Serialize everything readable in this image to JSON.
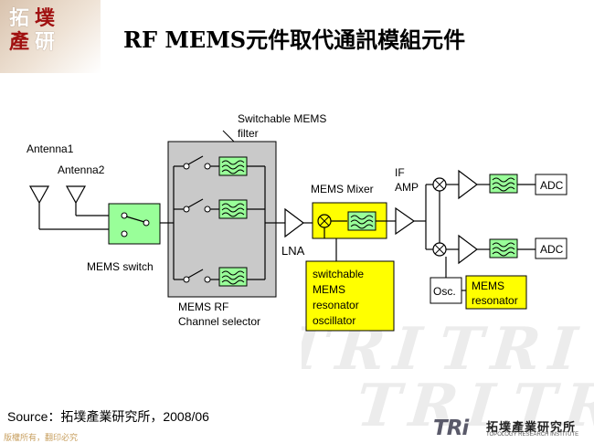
{
  "page": {
    "title": "RF MEMS元件取代通訊模組元件",
    "logo_chars": [
      "拓",
      "墣",
      "產",
      "研"
    ],
    "watermark": "TRI",
    "source": "Source：拓墣產業研究所，2008/06",
    "footer": "版權所有，翻印必究",
    "org_logo": {
      "mark": "TRi",
      "name": "拓墣產業研究所",
      "name_en": "TOPOLOGY RESEARCH INSTITUTE"
    }
  },
  "diagram": {
    "labels": {
      "antenna1": "Antenna1",
      "antenna2": "Antenna2",
      "mems_switch": "MEMS switch",
      "filter_line1": "Switchable MEMS",
      "filter_line2": "filter",
      "selector_line1": "MEMS RF",
      "selector_line2": "Channel selector",
      "lna": "LNA",
      "mixer": "MEMS Mixer",
      "if_line1": "IF",
      "if_line2": "AMP",
      "osc_line1": "switchable",
      "osc_line2": "MEMS",
      "osc_line3": "resonator",
      "osc_line4": "oscillator",
      "adc_top": "ADC",
      "adc_bottom": "ADC",
      "osc": "Osc.",
      "resonator_line1": "MEMS",
      "resonator_line2": "resonator"
    },
    "colors": {
      "mems_fill": "#99ff99",
      "mems_yellow": "#ffff00",
      "selector_fill": "#c9c9c9",
      "line": "#000000"
    }
  }
}
